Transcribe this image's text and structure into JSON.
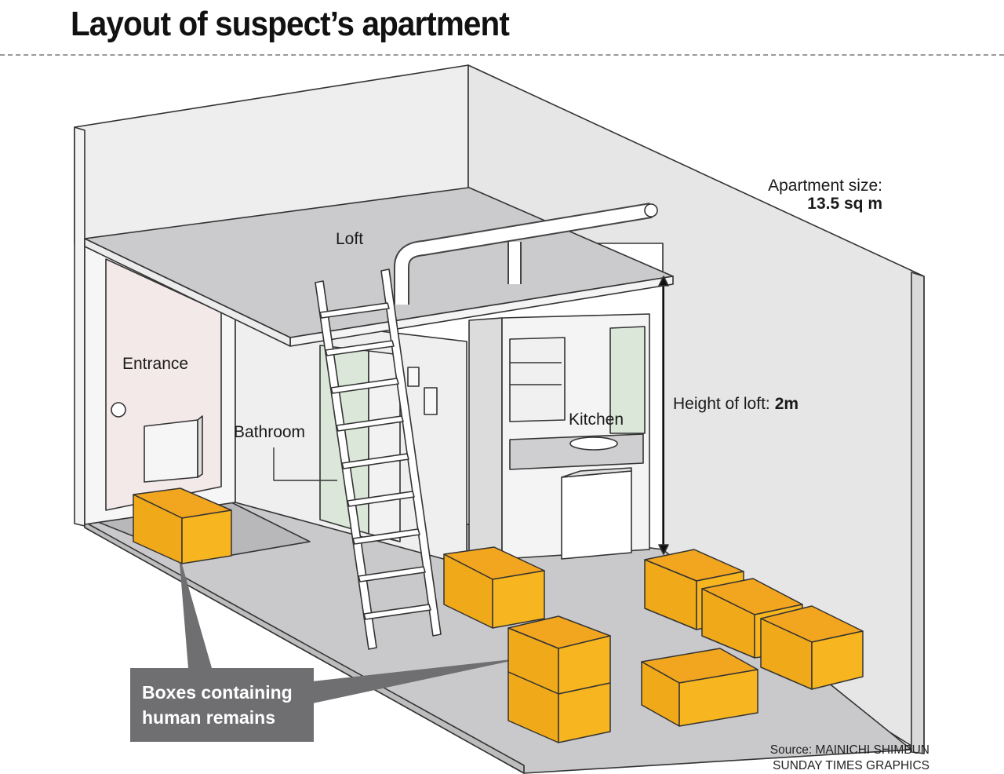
{
  "header": {
    "title": "Layout of suspect’s apartment"
  },
  "labels": {
    "apartment_size_label": "Apartment size:",
    "apartment_size_value": "13.5 sq m",
    "loft": "Loft",
    "entrance": "Entrance",
    "bathroom": "Bathroom",
    "kitchen": "Kitchen",
    "loft_height_label": "Height of loft:",
    "loft_height_value": "2m"
  },
  "callout": {
    "line1": "Boxes containing",
    "line2": "human remains"
  },
  "source": {
    "line1": "Source: MAINICHI SHIMBUN",
    "line2": "SUNDAY TIMES GRAPHICS"
  },
  "colors": {
    "box_front": "#f0a919",
    "box_side": "#f7b51f",
    "box_top": "#f2a51e",
    "floor": "#c9c9cb",
    "wall": "#e9e9ea",
    "callout": "#6f6f72",
    "glass": "#dbe7d9",
    "door": "#f4e9e9"
  }
}
